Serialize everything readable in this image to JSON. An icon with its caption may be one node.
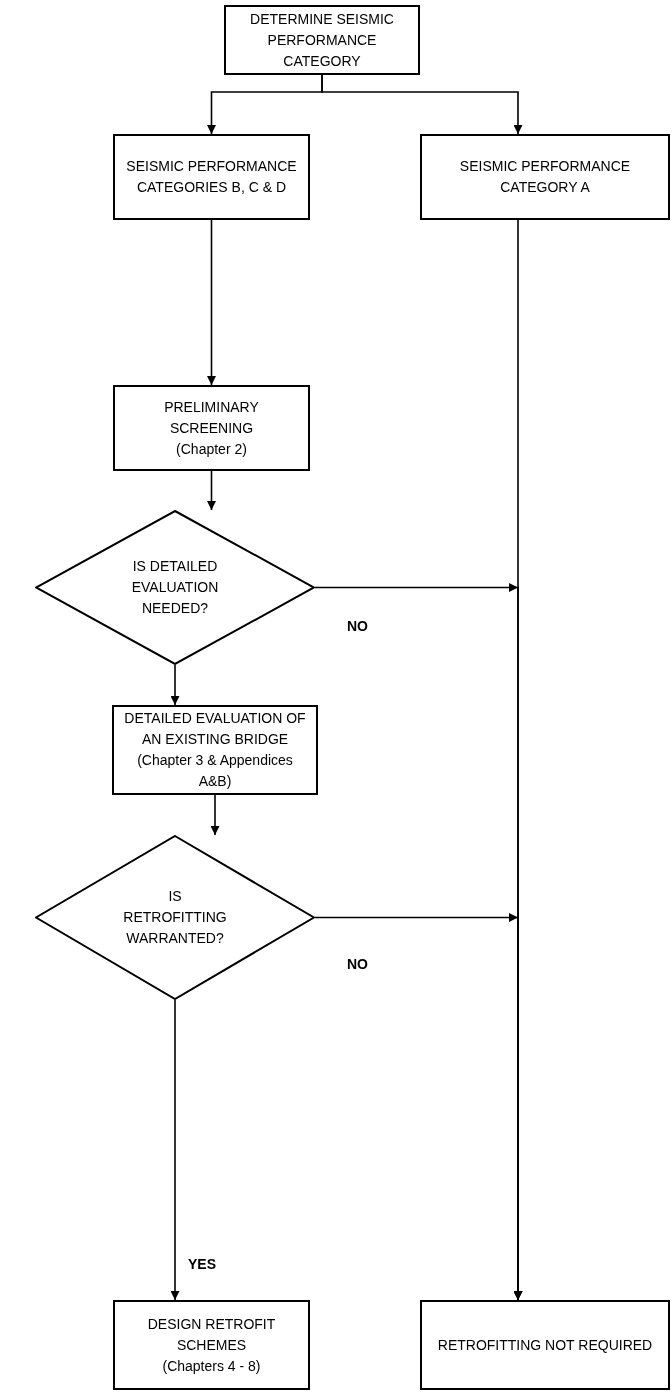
{
  "diagram": {
    "nodes": [
      {
        "text": [
          "DETERMINE SEISMIC PERFORMANCE CATEGORY"
        ]
      },
      {
        "text": [
          "SEISMIC PERFORMANCE CATEGORIES B, C & D"
        ]
      },
      {
        "text": [
          "SEISMIC PERFORMANCE CATEGORY A"
        ]
      },
      {
        "text": [
          "PRELIMINARY SCREENING",
          "(Chapter 2)"
        ]
      },
      {
        "text": [
          "IS DETAILED EVALUATION NEEDED?"
        ]
      },
      {
        "text": [
          "DETAILED EVALUATION OF AN EXISTING BRIDGE",
          "(Chapter 3 & Appendices A&B)"
        ]
      },
      {
        "text": [
          "IS RETROFITTING WARRANTED?"
        ]
      },
      {
        "text": [
          "DESIGN RETROFIT SCHEMES",
          "(Chapters 4 - 8)"
        ]
      },
      {
        "text": [
          "RETROFITTING NOT REQUIRED"
        ]
      }
    ],
    "edges": [
      {
        "from": 0,
        "to": 1,
        "arrow": "to"
      },
      {
        "from": 0,
        "to": 2,
        "arrow": "to"
      },
      {
        "from": 1,
        "to": 3,
        "arrow": "to"
      },
      {
        "from": 3,
        "to": 4,
        "arrow": "to"
      },
      {
        "from": 4,
        "to": 8,
        "arrow": "to",
        "label": "NO"
      },
      {
        "from": 2,
        "to": 8,
        "arrow": "to"
      },
      {
        "from": 4,
        "to": 5,
        "arrow": "to"
      },
      {
        "from": 5,
        "to": 6,
        "arrow": "to"
      },
      {
        "from": 6,
        "to": 8,
        "arrow": "to",
        "label": "NO"
      },
      {
        "from": 6,
        "to": 7,
        "arrow": "to",
        "label": "YES"
      }
    ]
  }
}
